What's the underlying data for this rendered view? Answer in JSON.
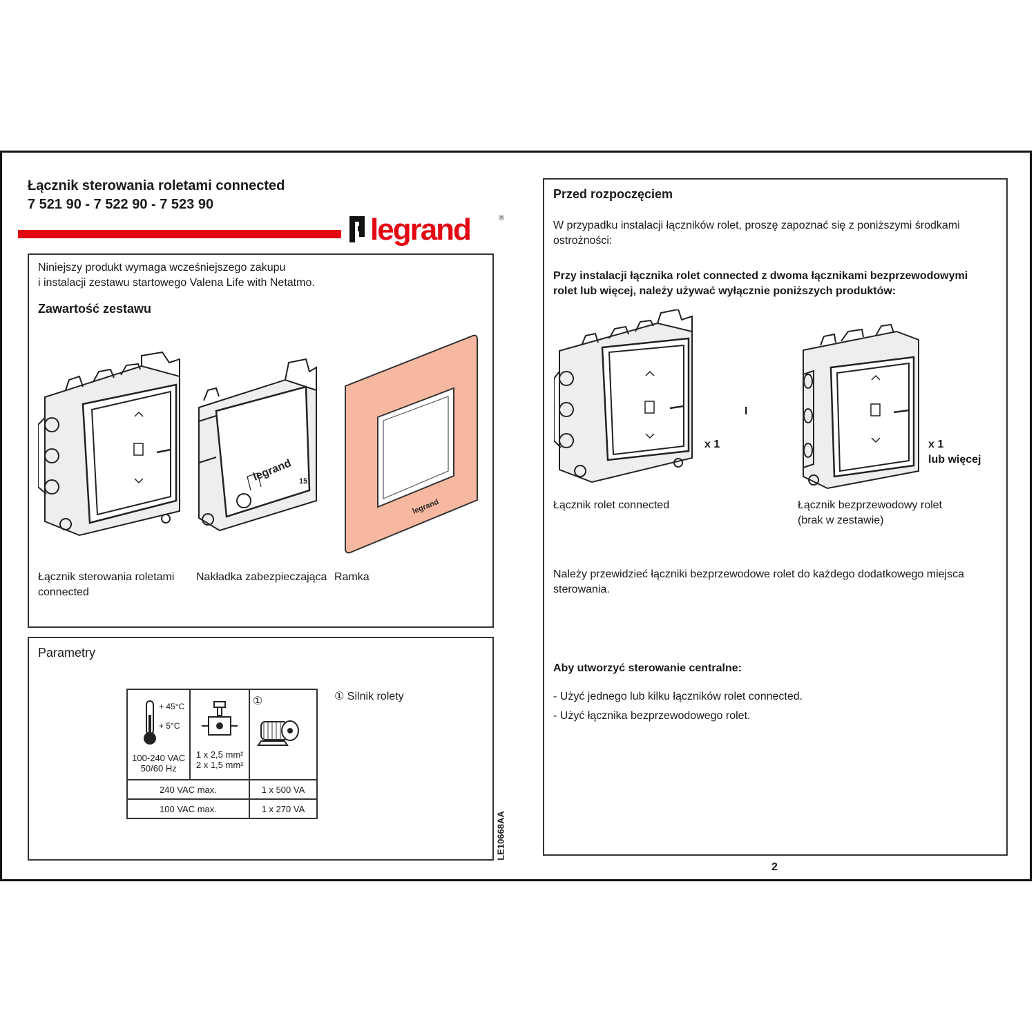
{
  "header": {
    "title_line1": "Łącznik sterowania roletami connected",
    "title_line2": "7 521 90 - 7 522 90 - 7 523 90",
    "brand": "legrand",
    "brand_mark": "®"
  },
  "left_box": {
    "intro_line1": "Niniejszy produkt wymaga wcześniejszego zakupu",
    "intro_line2": "i instalacji zestawu startowego Valena Life with Netatmo.",
    "heading": "Zawartość zestawu",
    "items": [
      {
        "label_line1": "Łącznik sterowania roletami",
        "label_line2": "connected"
      },
      {
        "label_line1": "Nakładka zabezpieczająca",
        "label_line2": ""
      },
      {
        "label_line1": "Ramka",
        "label_line2": ""
      }
    ],
    "cover_brand": "legrand",
    "cover_code": "15",
    "frame_brand": "legrand"
  },
  "params_box": {
    "heading": "Parametry",
    "temp_max": "+ 45°C",
    "temp_min": "+ 5°C",
    "voltage_line1": "100-240 VAC",
    "voltage_line2": "50/60 Hz",
    "wire_line1": "1 x 2,5 mm²",
    "wire_line2": "2 x 1,5 mm²",
    "motor_marker": "①",
    "rows": [
      {
        "voltage": "240 VAC max.",
        "load": "1 x 500 VA"
      },
      {
        "voltage": "100 VAC max.",
        "load": "1 x 270 VA"
      }
    ],
    "legend_marker": "①",
    "legend_text": "Silnik rolety"
  },
  "doc_code": "LE10668AA",
  "right_box": {
    "heading": "Przed rozpoczęciem",
    "para1_line1": "W przypadku instalacji łączników rolet, proszę zapoznać się z poniższymi środkami",
    "para1_line2": "ostrożności:",
    "bold1_line1": "Przy instalacji łącznika rolet connected z dwoma łącznikami bezprzewodowymi",
    "bold1_line2": "rolet lub więcej, należy używać wyłącznie poniższych produktów:",
    "qty1": "x 1",
    "separator": "I",
    "qty2_line1": "x 1",
    "qty2_line2": "lub więcej",
    "cap1": "Łącznik rolet connected",
    "cap2_line1": "Łącznik bezprzewodowy rolet",
    "cap2_line2": "(brak w zestawie)",
    "para2_line1": "Należy przewidzieć łączniki bezprzewodowe rolet do każdego dodatkowego miejsca",
    "para2_line2": "sterowania.",
    "bold2": "Aby utworzyć sterowanie centralne:",
    "bullet1": "- Użyć jednego lub kilku łączników rolet connected.",
    "bullet2": "- Użyć łącznika bezprzewodowego rolet."
  },
  "page_number": "2",
  "colors": {
    "accent_red": "#e30613",
    "frame_fill": "#f6b8a0"
  }
}
